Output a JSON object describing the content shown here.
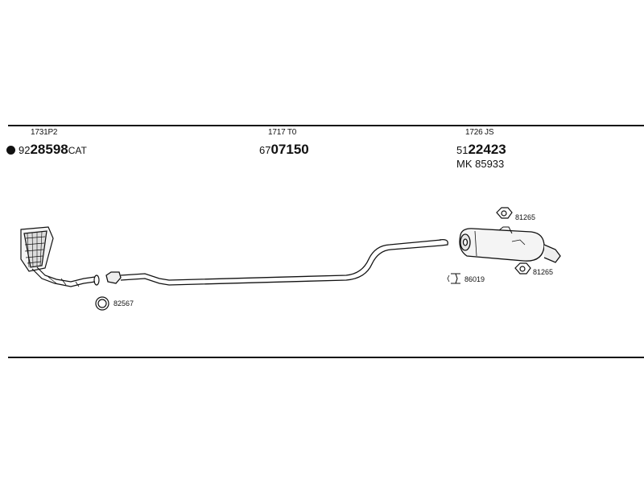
{
  "parts": {
    "front": {
      "code": "1731P2",
      "prefix": "92",
      "number": "28598",
      "suffix": "CAT"
    },
    "middle": {
      "code": "1717 T0",
      "prefix": "67",
      "number": "07150"
    },
    "rear": {
      "code": "1726 JS",
      "prefix": "51",
      "number": "22423",
      "kit": "MK  85933"
    }
  },
  "small_parts": {
    "gasket": "82567",
    "rubber_top": "81265",
    "rubber_bottom": "81265",
    "clamp": "86019"
  }
}
